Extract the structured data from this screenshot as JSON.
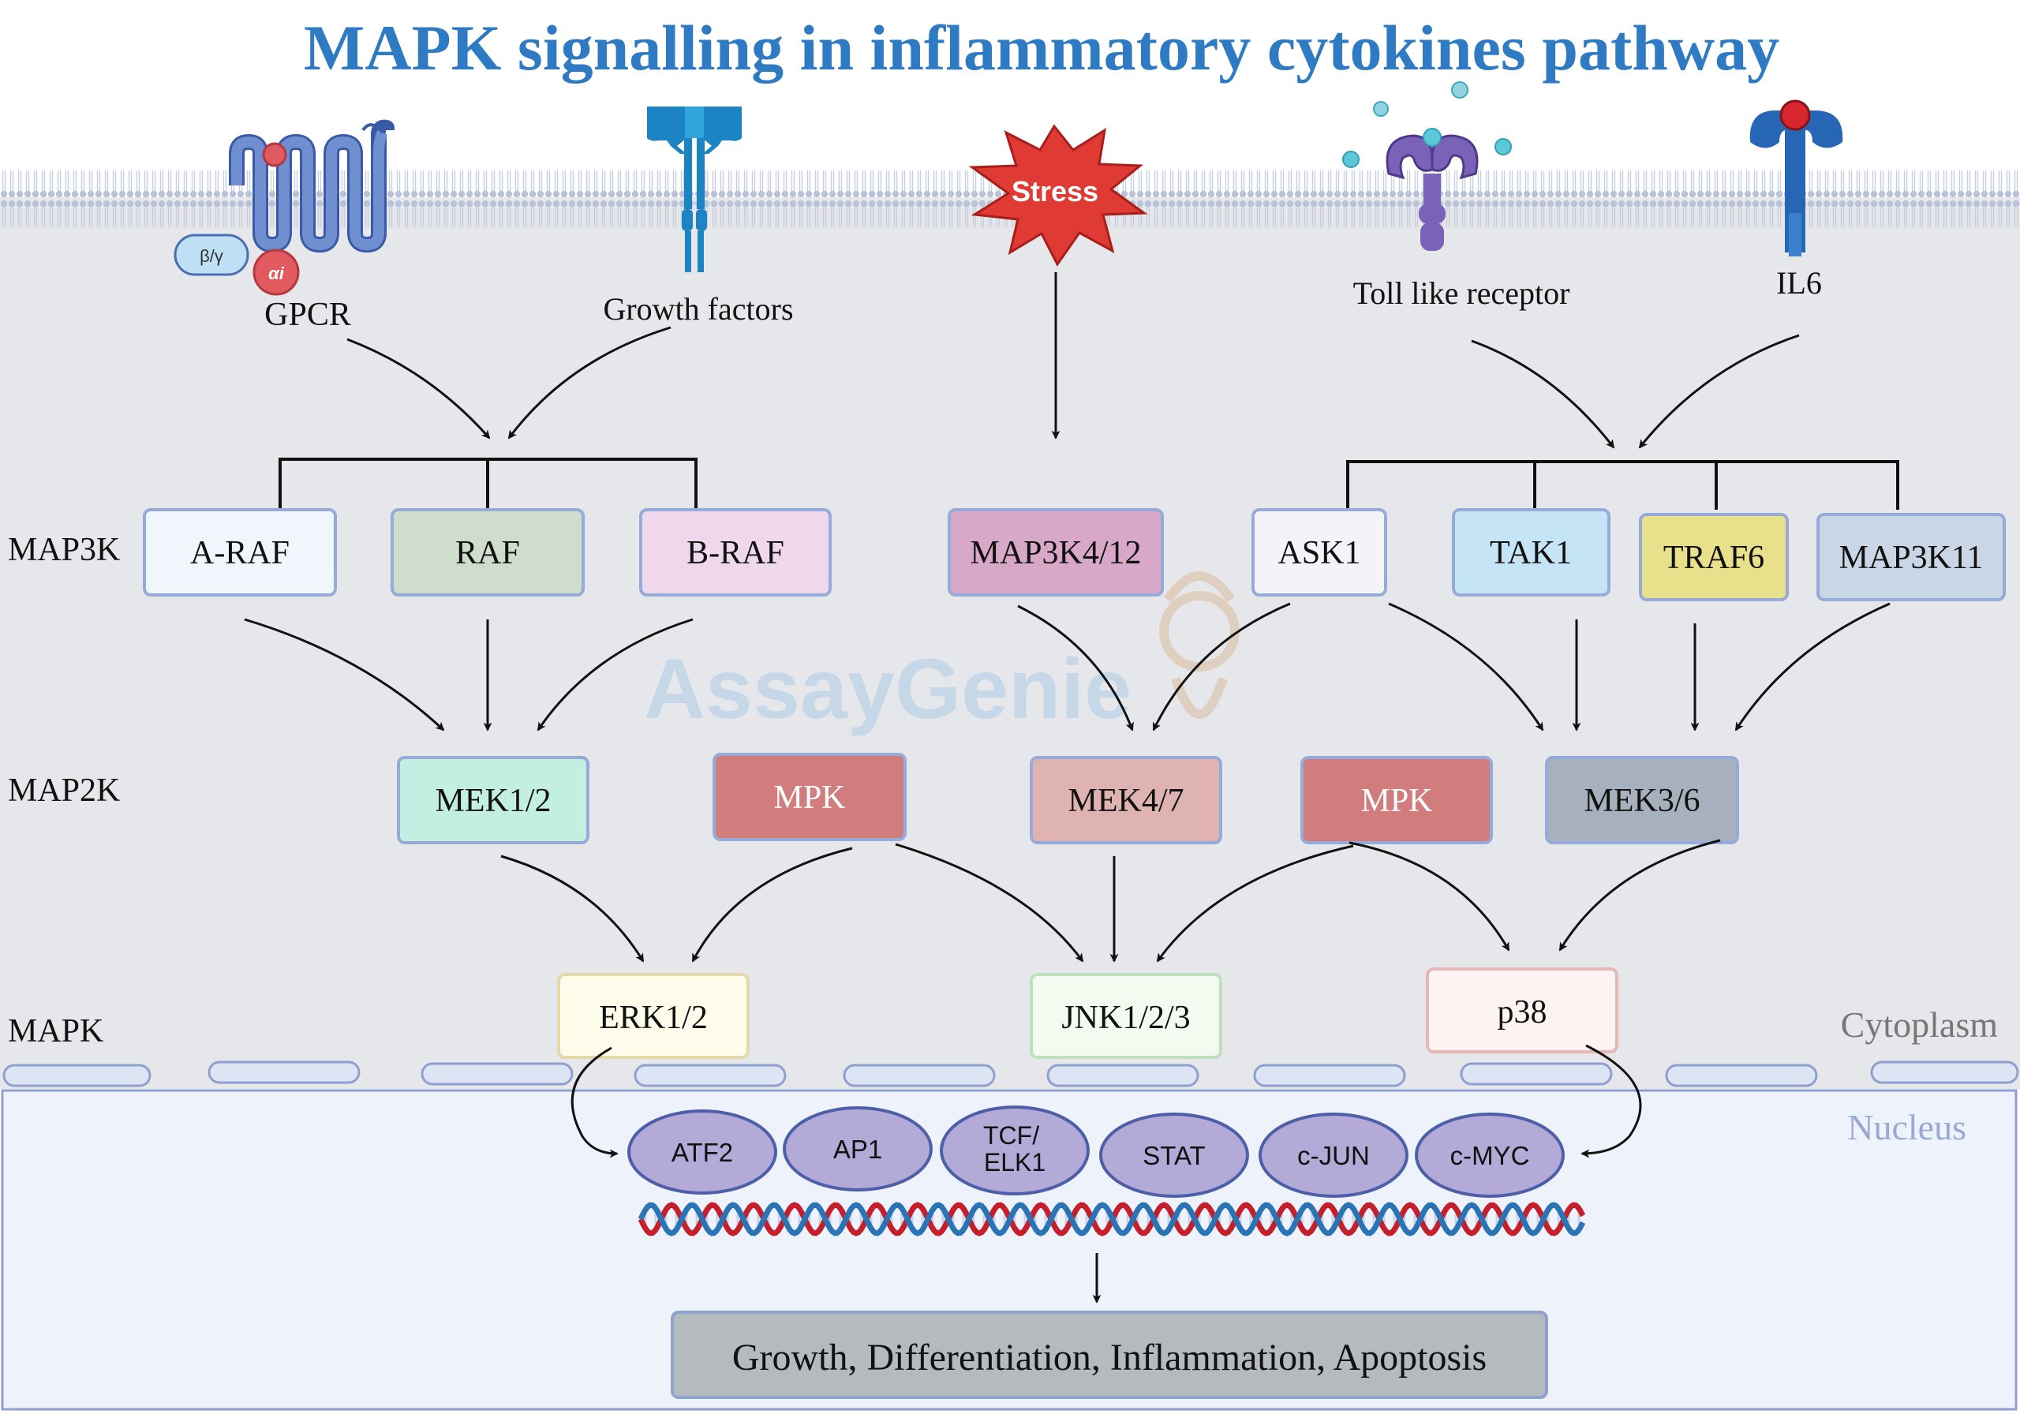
{
  "title": "MAPK signalling in inflammatory cytokines pathway",
  "colors": {
    "title": "#2f7bc3",
    "cytoplasm_bg": "#e6e7ea",
    "nucleus_bg": "#edf2fb",
    "membrane": "#b8c2d8",
    "arrow": "#111111",
    "factor_fill": "#b3aad8",
    "factor_stroke": "#4d5fa8"
  },
  "receptors": {
    "gpcr": "GPCR",
    "gpcr_beta_gamma": "β/γ",
    "gpcr_alpha": "αi",
    "growth_factors": "Growth factors",
    "stress": "Stress",
    "tlr": "Toll like receptor",
    "il6": "IL6"
  },
  "tiers": {
    "map3k": "MAP3K",
    "map2k": "MAP2K",
    "mapk": "MAPK"
  },
  "compartments": {
    "cytoplasm": "Cytoplasm",
    "nucleus": "Nucleus"
  },
  "map3k_nodes": [
    "A-RAF",
    "RAF",
    "B-RAF",
    "MAP3K4/12",
    "ASK1",
    "TAK1",
    "TRAF6",
    "MAP3K11"
  ],
  "map2k_nodes": [
    "MEK1/2",
    "MPK",
    "MEK4/7",
    "MPK",
    "MEK3/6"
  ],
  "mapk_nodes": [
    "ERK1/2",
    "JNK1/2/3",
    "p38"
  ],
  "transcription_factors": [
    "ATF2",
    "AP1",
    "TCF/\nELK1",
    "STAT",
    "c-JUN",
    "c-MYC"
  ],
  "outcome": "Growth, Differentiation, Inflammation, Apoptosis",
  "watermark": "AssayGenie"
}
